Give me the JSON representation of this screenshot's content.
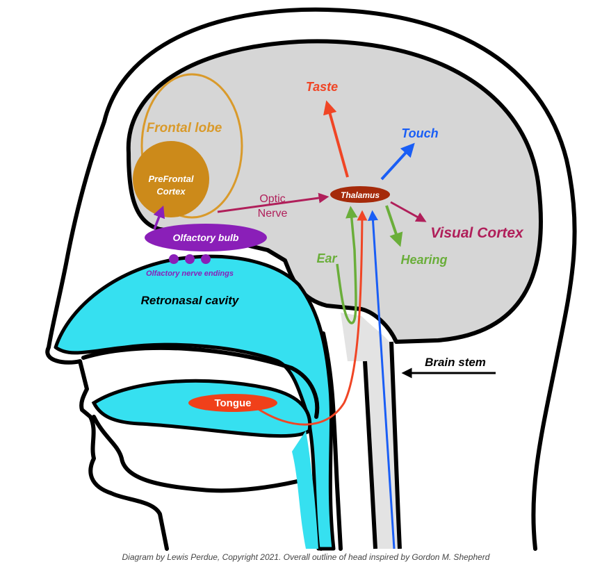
{
  "labels": {
    "taste": "Taste",
    "touch": "Touch",
    "frontal_lobe": "Frontal lobe",
    "prefrontal_line1": "PreFrontal",
    "prefrontal_line2": "Cortex",
    "optic_line1": "Optic",
    "optic_line2": "Nerve",
    "thalamus": "Thalamus",
    "visual_cortex": "Visual Cortex",
    "olfactory_bulb": "Olfactory bulb",
    "olfactory_nerve_endings": "Olfactory nerve endings",
    "ear": "Ear",
    "hearing": "Hearing",
    "retronasal_cavity": "Retronasal cavity",
    "brain_stem": "Brain stem",
    "tongue": "Tongue"
  },
  "caption": "Diagram by Lewis Perdue, Copyright 2021. Overall outline of head inspired by Gordon M. Shepherd",
  "colors": {
    "brain": "#d6d6d6",
    "outline": "#000000",
    "cavity": "#36e0f0",
    "frontal": "#d99a2b",
    "prefrontal": "#cc8a1a",
    "olfactory": "#8a1fb8",
    "taste": "#f04525",
    "touch": "#1a5ef5",
    "visual": "#b01f5a",
    "hearing": "#6aae3a",
    "thalamus": "#a52a0a",
    "tongue": "#f0401a",
    "stem": "#e3e3e3"
  }
}
